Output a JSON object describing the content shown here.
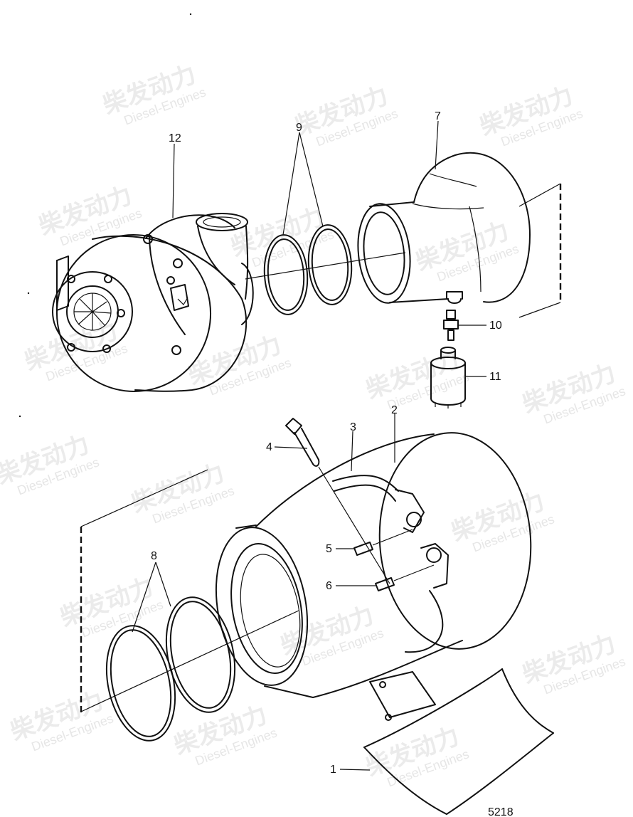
{
  "watermark": {
    "brand_cn": "柴发动力",
    "brand_en": "Diesel-Engines"
  },
  "drawing_number": "5218",
  "callouts": [
    {
      "id": "c1",
      "label": "1"
    },
    {
      "id": "c2",
      "label": "2"
    },
    {
      "id": "c3",
      "label": "3"
    },
    {
      "id": "c4",
      "label": "4"
    },
    {
      "id": "c5",
      "label": "5"
    },
    {
      "id": "c6",
      "label": "6"
    },
    {
      "id": "c7",
      "label": "7"
    },
    {
      "id": "c8",
      "label": "8"
    },
    {
      "id": "c9",
      "label": "9"
    },
    {
      "id": "c10",
      "label": "10"
    },
    {
      "id": "c11",
      "label": "11"
    },
    {
      "id": "c12",
      "label": "12"
    }
  ]
}
